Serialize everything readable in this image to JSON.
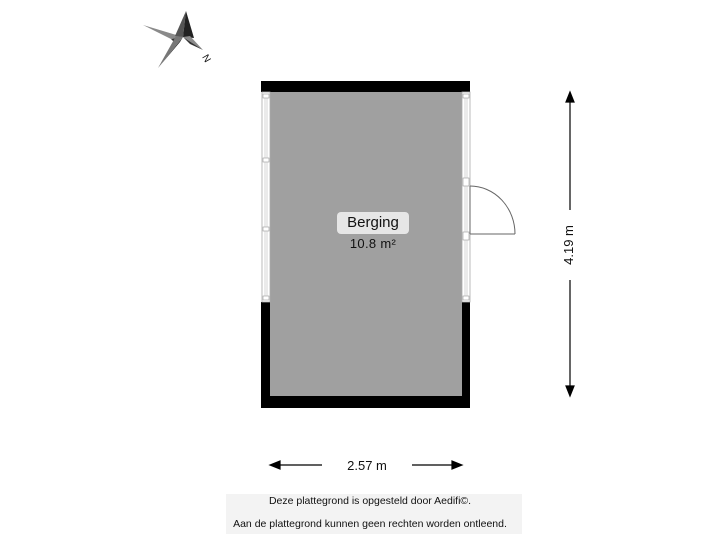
{
  "room": {
    "name": "Berging",
    "area": "10.8 m²"
  },
  "dimensions": {
    "width": "2.57 m",
    "depth": "4.19 m"
  },
  "compass": {
    "label": "N"
  },
  "footer": {
    "line1": "Deze plattegrond is opgesteld door Aedifi©.",
    "line2": "Aan de plattegrond kunnen geen rechten worden ontleend."
  },
  "colors": {
    "wall": "#000000",
    "floor": "#a0a0a0",
    "label_bg": "#e6e6e6"
  }
}
